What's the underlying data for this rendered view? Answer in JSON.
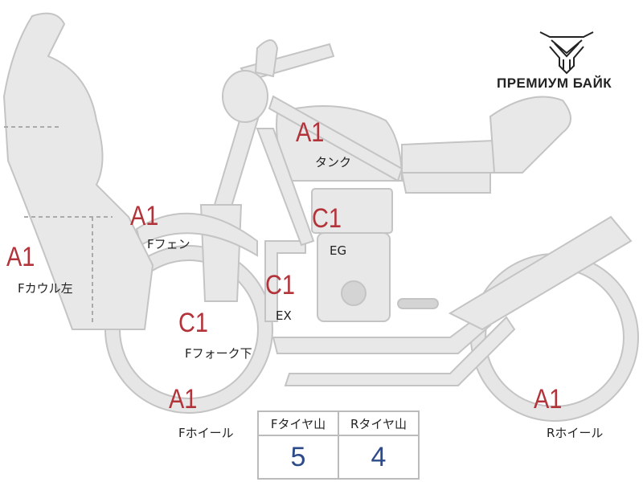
{
  "brand": {
    "name": "ПРЕМИУМ БАЙК"
  },
  "markers": [
    {
      "part": "タンク",
      "grade": "A1"
    },
    {
      "part": "EG",
      "grade": "C1"
    },
    {
      "part": "Fフェン",
      "grade": "A1"
    },
    {
      "part": "Fカウル左",
      "grade": "A1"
    },
    {
      "part": "Fフォーク下",
      "grade": "C1"
    },
    {
      "part": "EX",
      "grade": "C1"
    },
    {
      "part": "Fホイール",
      "grade": "A1"
    },
    {
      "part": "Rホイール",
      "grade": "A1"
    }
  ],
  "tires": {
    "front_label": "Fタイヤ山",
    "rear_label": "Rタイヤ山",
    "front_value": "5",
    "rear_value": "4"
  },
  "colors": {
    "grade": "#b3333a",
    "value": "#2d4a8a",
    "part_fill": "#e6e6e6",
    "outline": "#bdbdbd"
  }
}
